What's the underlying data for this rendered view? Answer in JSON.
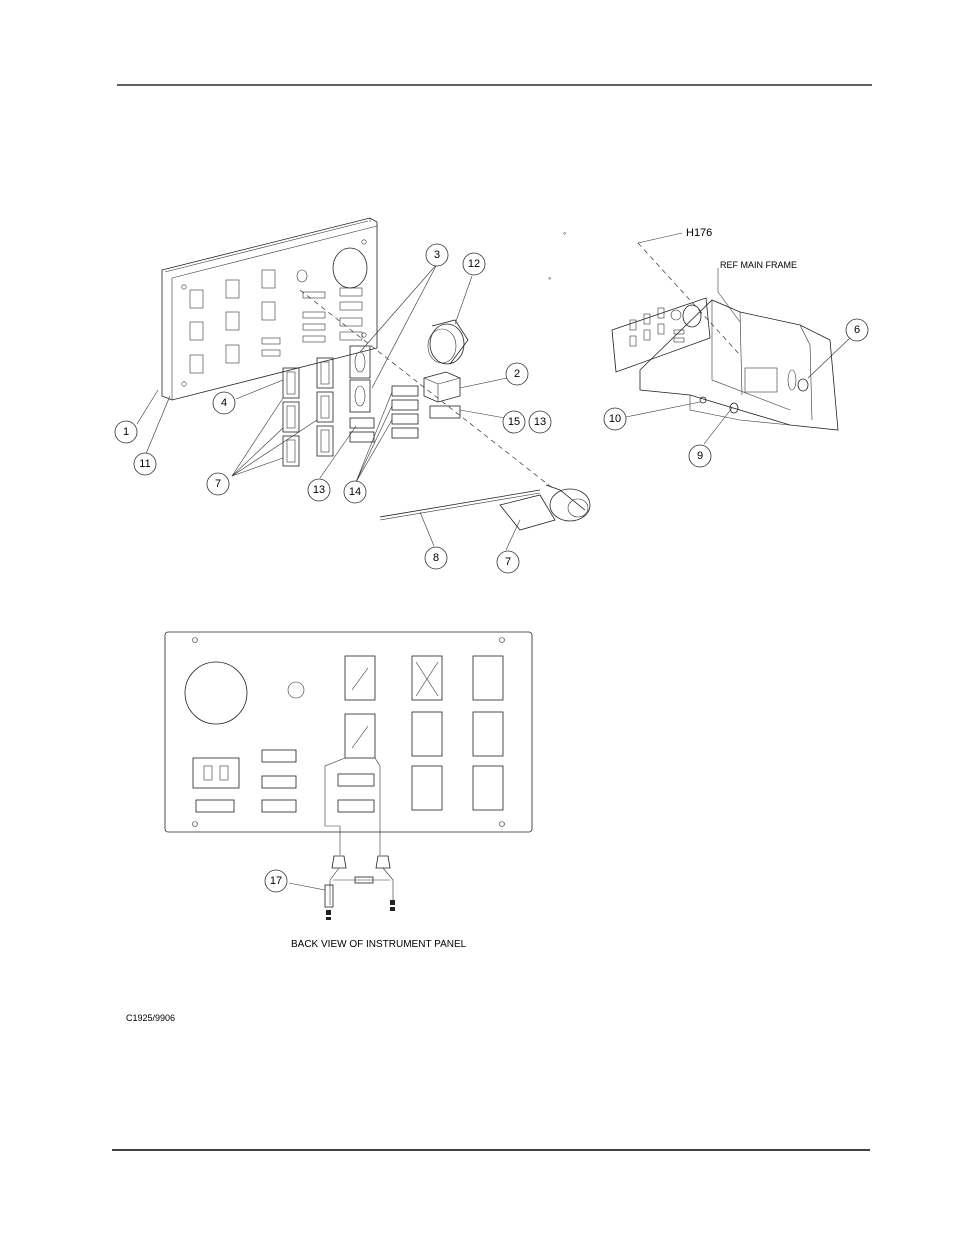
{
  "header": {
    "rule": true
  },
  "callouts": [
    {
      "id": "c1",
      "label": "1"
    },
    {
      "id": "c11",
      "label": "11"
    },
    {
      "id": "c4",
      "label": "4"
    },
    {
      "id": "c7a",
      "label": "7"
    },
    {
      "id": "c13a",
      "label": "13"
    },
    {
      "id": "c14",
      "label": "14"
    },
    {
      "id": "c3",
      "label": "3"
    },
    {
      "id": "c12",
      "label": "12"
    },
    {
      "id": "c2",
      "label": "2"
    },
    {
      "id": "c15",
      "label": "15"
    },
    {
      "id": "c13b",
      "label": "13"
    },
    {
      "id": "c8",
      "label": "8"
    },
    {
      "id": "c7b",
      "label": "7"
    },
    {
      "id": "c6",
      "label": "6"
    },
    {
      "id": "c10",
      "label": "10"
    },
    {
      "id": "c9",
      "label": "9"
    },
    {
      "id": "c17",
      "label": "17"
    }
  ],
  "labels": {
    "h176": "H176",
    "ref_main_frame": "REF MAIN FRAME",
    "back_view": "BACK VIEW OF INSTRUMENT PANEL",
    "drawing_number": "C1925/9906"
  }
}
